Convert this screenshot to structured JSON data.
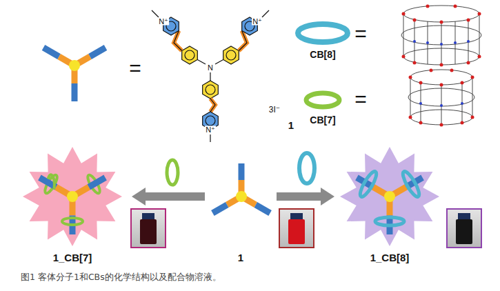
{
  "diagram": {
    "caption": "图1 客体分子1和CBs的化学结构以及配合物溶液。",
    "nodes": [
      {
        "text": [
          "1_CB[7]"
        ]
      },
      {
        "text": [
          "1"
        ]
      },
      {
        "text": [
          "1_CB[8]"
        ]
      }
    ],
    "edges": [
      {
        "from": 1,
        "to": 0,
        "arrow": "to"
      },
      {
        "from": 1,
        "to": 2,
        "arrow": "to"
      }
    ],
    "labels": [
      "=",
      "N",
      "N⁺",
      "N⁺",
      "N⁺",
      "3I⁻",
      "1",
      "=",
      "CB[8]",
      "=",
      "CB[7]"
    ]
  }
}
